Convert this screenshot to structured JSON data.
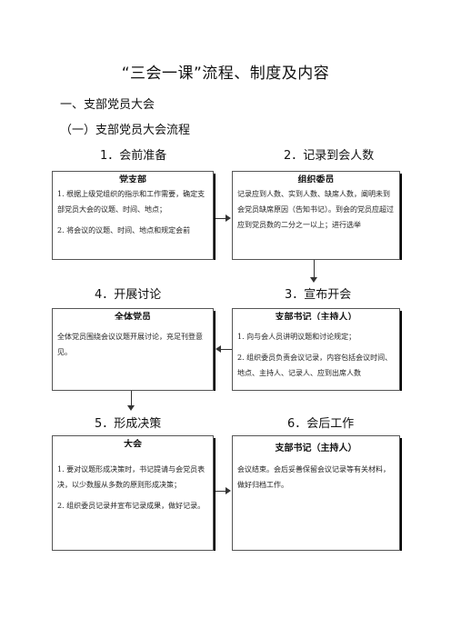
{
  "title": "“三会一课”流程、制度及内容",
  "section1": "一、支部党员大会",
  "subsection1": "（一）支部党员大会流程",
  "steps": {
    "s1": "1．会前准备",
    "s2": "2．记录到会人数",
    "s3": "3．宣布开会",
    "s4": "4．开展讨论",
    "s5": "5．形成决策",
    "s6": "6．会后工作"
  },
  "boxes": {
    "b1": {
      "header": "党支部",
      "lines": [
        "1. 根据上级党组织的指示和工作需要，确定支部党员大会的议题、时间、地点；",
        "2. 将会议的议题、时间、地点和规定会前"
      ]
    },
    "b2": {
      "header": "组织委员",
      "lines": [
        "记录应到人数、实到人数、缺席人数，阐明未到会党员缺席原因（告知书记）。到会的党员应超过应到党员数的二分之一以上；进行选举"
      ]
    },
    "b3": {
      "header": "支部书记（主持人）",
      "lines": [
        "1. 向与会人员讲明议题和讨论规定；",
        "2. 组织委员负责会议记录，内容包括会议时间、地点、主持人、记录人、应到出席人数"
      ]
    },
    "b4": {
      "header": "全体党员",
      "lines": [
        "全体党员围绕会议议题开展讨论，充足刊登意见。"
      ]
    },
    "b5": {
      "header": "大会",
      "lines": [
        "1. 要对议题形成决策时，书记提请与会党员表决，以少数服从多数的原则形成决策；",
        "2. 组织委员记录并宣布记录成果，做好记录。"
      ]
    },
    "b6": {
      "header": "支部书记（主持人）",
      "lines": [
        "会议结束。会后妥善保留会议记录等有关材料，做好归档工作。"
      ]
    }
  }
}
